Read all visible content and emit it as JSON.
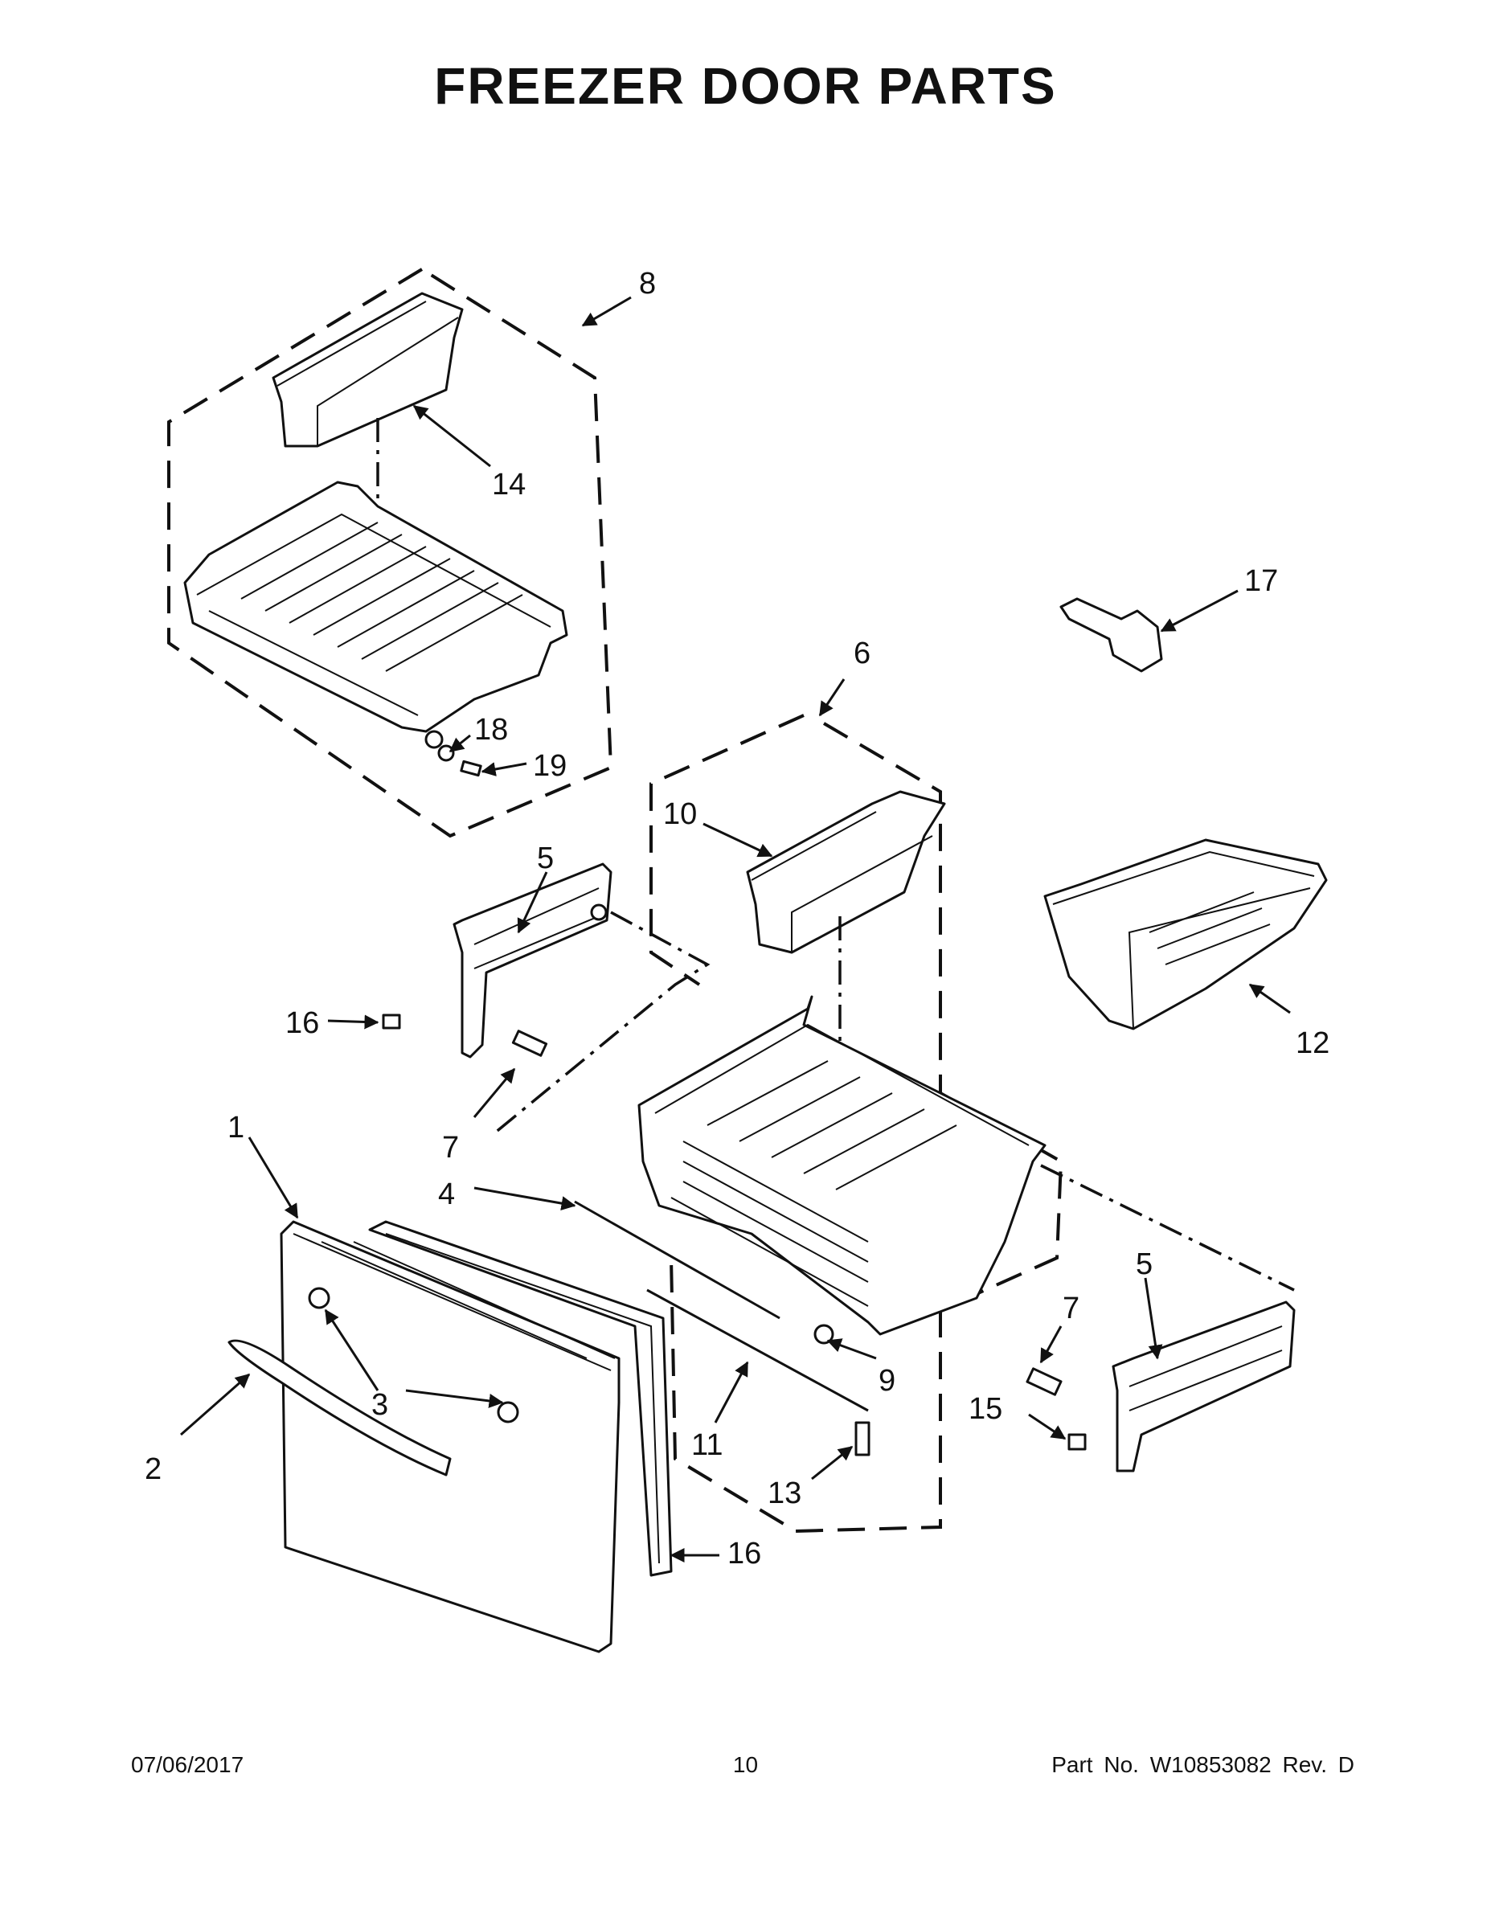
{
  "title": "FREEZER DOOR PARTS",
  "footer": {
    "date": "07/06/2017",
    "page": "10",
    "part_number": "Part No.  W10853082  Rev.  D"
  },
  "callouts": [
    "8",
    "14",
    "17",
    "6",
    "18",
    "19",
    "10",
    "5",
    "12",
    "16",
    "7",
    "1",
    "4",
    "3",
    "2",
    "9",
    "11",
    "7",
    "5",
    "15",
    "13",
    "16"
  ]
}
